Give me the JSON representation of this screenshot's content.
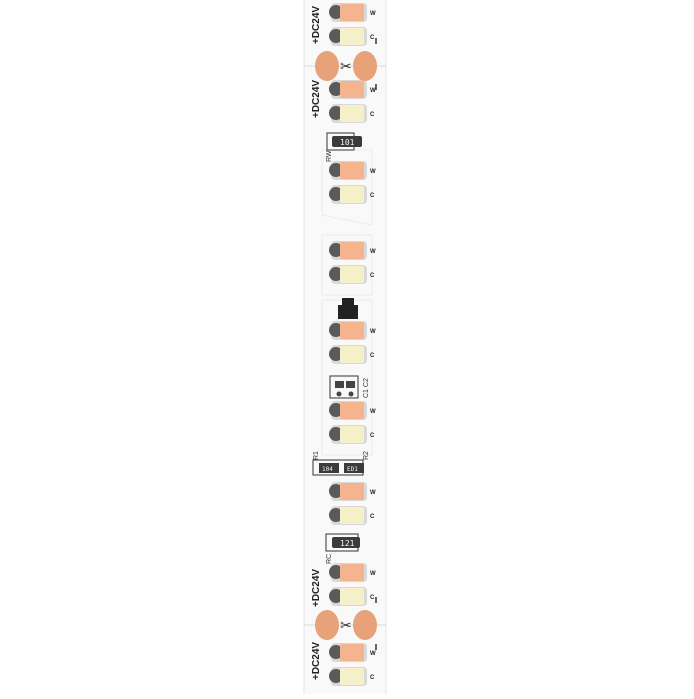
{
  "strip": {
    "voltage_label": "+DC24V",
    "warm_channel_label": "W",
    "cool_channel_label": "C",
    "cut_mark": "✂",
    "components": {
      "rw_label": "RW",
      "rw_code": "101",
      "c_label": "C1 C2",
      "r1_label": "R1",
      "r2_label": "R2",
      "r1_code": "104",
      "r2_code": "ED1",
      "rc_label": "RC",
      "rc_code": "121"
    },
    "colors": {
      "pcb": "#f7f7f7",
      "warm_led": "#f3b48e",
      "cool_led": "#f6f0c8",
      "copper_pad": "#e8a27a",
      "resistor": "#3b3b3b"
    }
  }
}
